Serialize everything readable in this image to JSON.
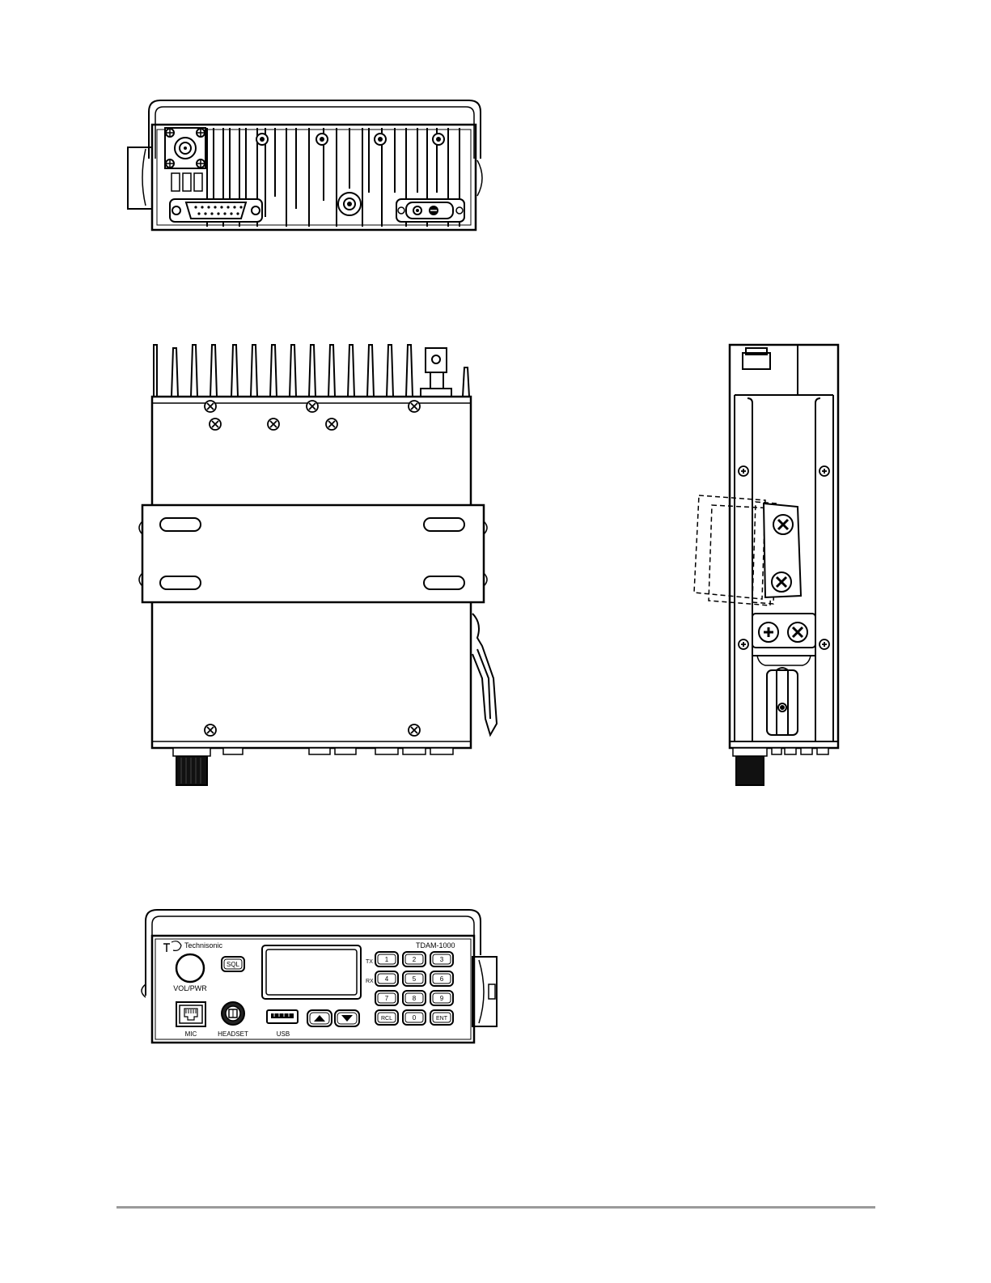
{
  "front_panel": {
    "brand": "Technisonic",
    "logo_text": "TSI",
    "model": "TDAM-1000",
    "knob_label": "VOL/PWR",
    "sql_label": "SQL",
    "mic_label": "MIC",
    "headset_label": "HEADSET",
    "usb_label": "USB",
    "tx_label": "TX",
    "rx_label": "RX",
    "keys": [
      "1",
      "2",
      "3",
      "4",
      "5",
      "6",
      "7",
      "8",
      "9",
      "RCL",
      "0",
      "ENT"
    ]
  },
  "colors": {
    "line": "#000000",
    "background": "#ffffff",
    "footer_rule": "#9a9a9a",
    "knob_fill": "#111111"
  }
}
